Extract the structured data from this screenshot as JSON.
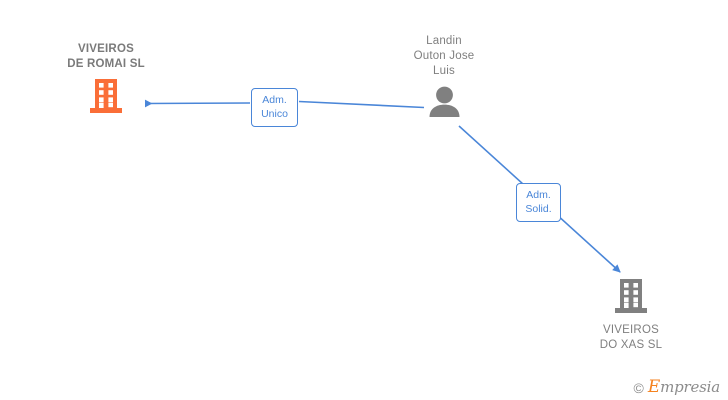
{
  "diagram": {
    "title": "Empresia company relationship chart",
    "background": "#ffffff",
    "colors": {
      "company_highlight": "#fa6e38",
      "company_default": "#808080",
      "person": "#808080",
      "edge": "#4a86d8",
      "label_text": "#7f7f7f",
      "edge_label_text": "#4a86d8"
    },
    "nodes": [
      {
        "id": "romai",
        "type": "company",
        "label": "VIVEIROS\nDE ROMAI  SL",
        "icon": "building-icon",
        "icon_color": "#fa6e38",
        "label_position": "above",
        "bold": true
      },
      {
        "id": "person",
        "type": "person",
        "label": "Landin\nOuton Jose\nLuis",
        "icon": "person-icon",
        "icon_color": "#808080",
        "label_position": "above",
        "bold": false
      },
      {
        "id": "xas",
        "type": "company",
        "label": "VIVEIROS\nDO XAS SL",
        "icon": "building-icon",
        "icon_color": "#808080",
        "label_position": "below",
        "bold": false
      }
    ],
    "edges": [
      {
        "id": "edge-unico",
        "from": "person",
        "to": "romai",
        "label": "Adm.\nUnico",
        "direction": "to-romai"
      },
      {
        "id": "edge-solid",
        "from": "person",
        "to": "xas",
        "label": "Adm.\nSolid.",
        "direction": "to-xas"
      }
    ]
  },
  "watermark": {
    "copyright": "©",
    "brand_accent": "E",
    "brand_rest": "mpresia"
  }
}
